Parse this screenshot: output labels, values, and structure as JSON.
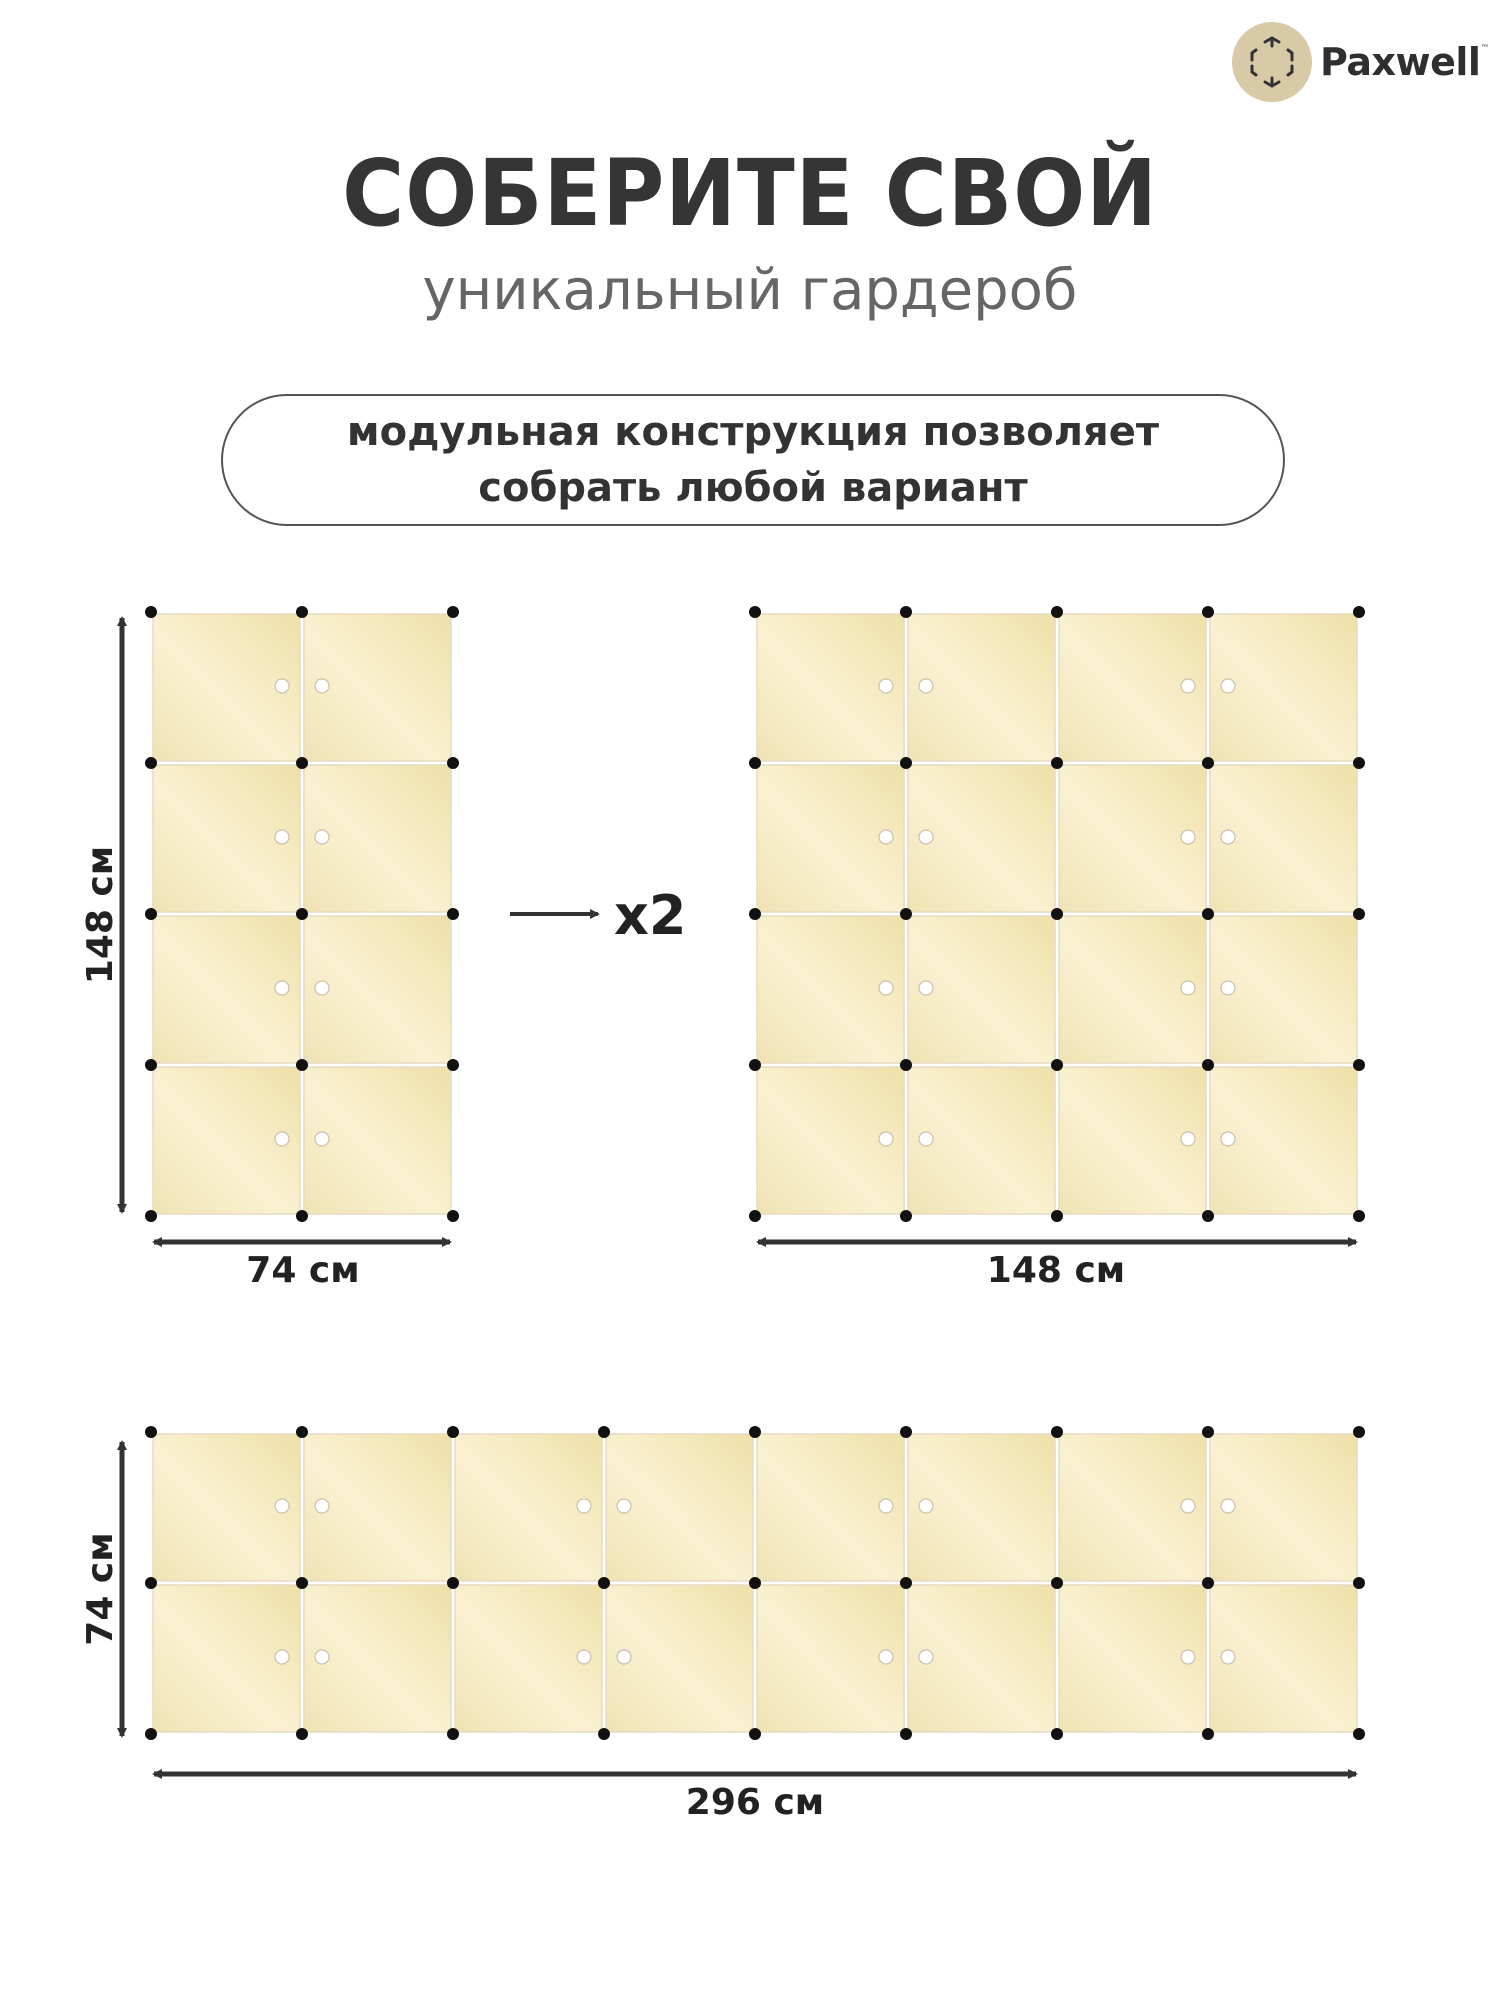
{
  "brand": {
    "name": "Paxwell",
    "trademark": "™"
  },
  "title": "СОБЕРИТЕ СВОЙ",
  "subtitle": "уникальный гардероб",
  "pill": {
    "line1": "модульная конструкция позволяет",
    "line2": "собрать любой вариант"
  },
  "multiplier": "x2",
  "configurations": [
    {
      "id": "config-a",
      "cols": 2,
      "rows": 4,
      "width_label": "74 см",
      "height_label": "148 см"
    },
    {
      "id": "config-b",
      "cols": 4,
      "rows": 4,
      "width_label": "148 см"
    },
    {
      "id": "config-c",
      "cols": 8,
      "rows": 2,
      "width_label": "296 см",
      "height_label": "74 см"
    }
  ],
  "colors": {
    "door_light": "#fbf4da",
    "door_dark": "#efe0a8",
    "node": "#111111",
    "arrow": "#333333",
    "logo_circle": "#d8c9a7"
  }
}
